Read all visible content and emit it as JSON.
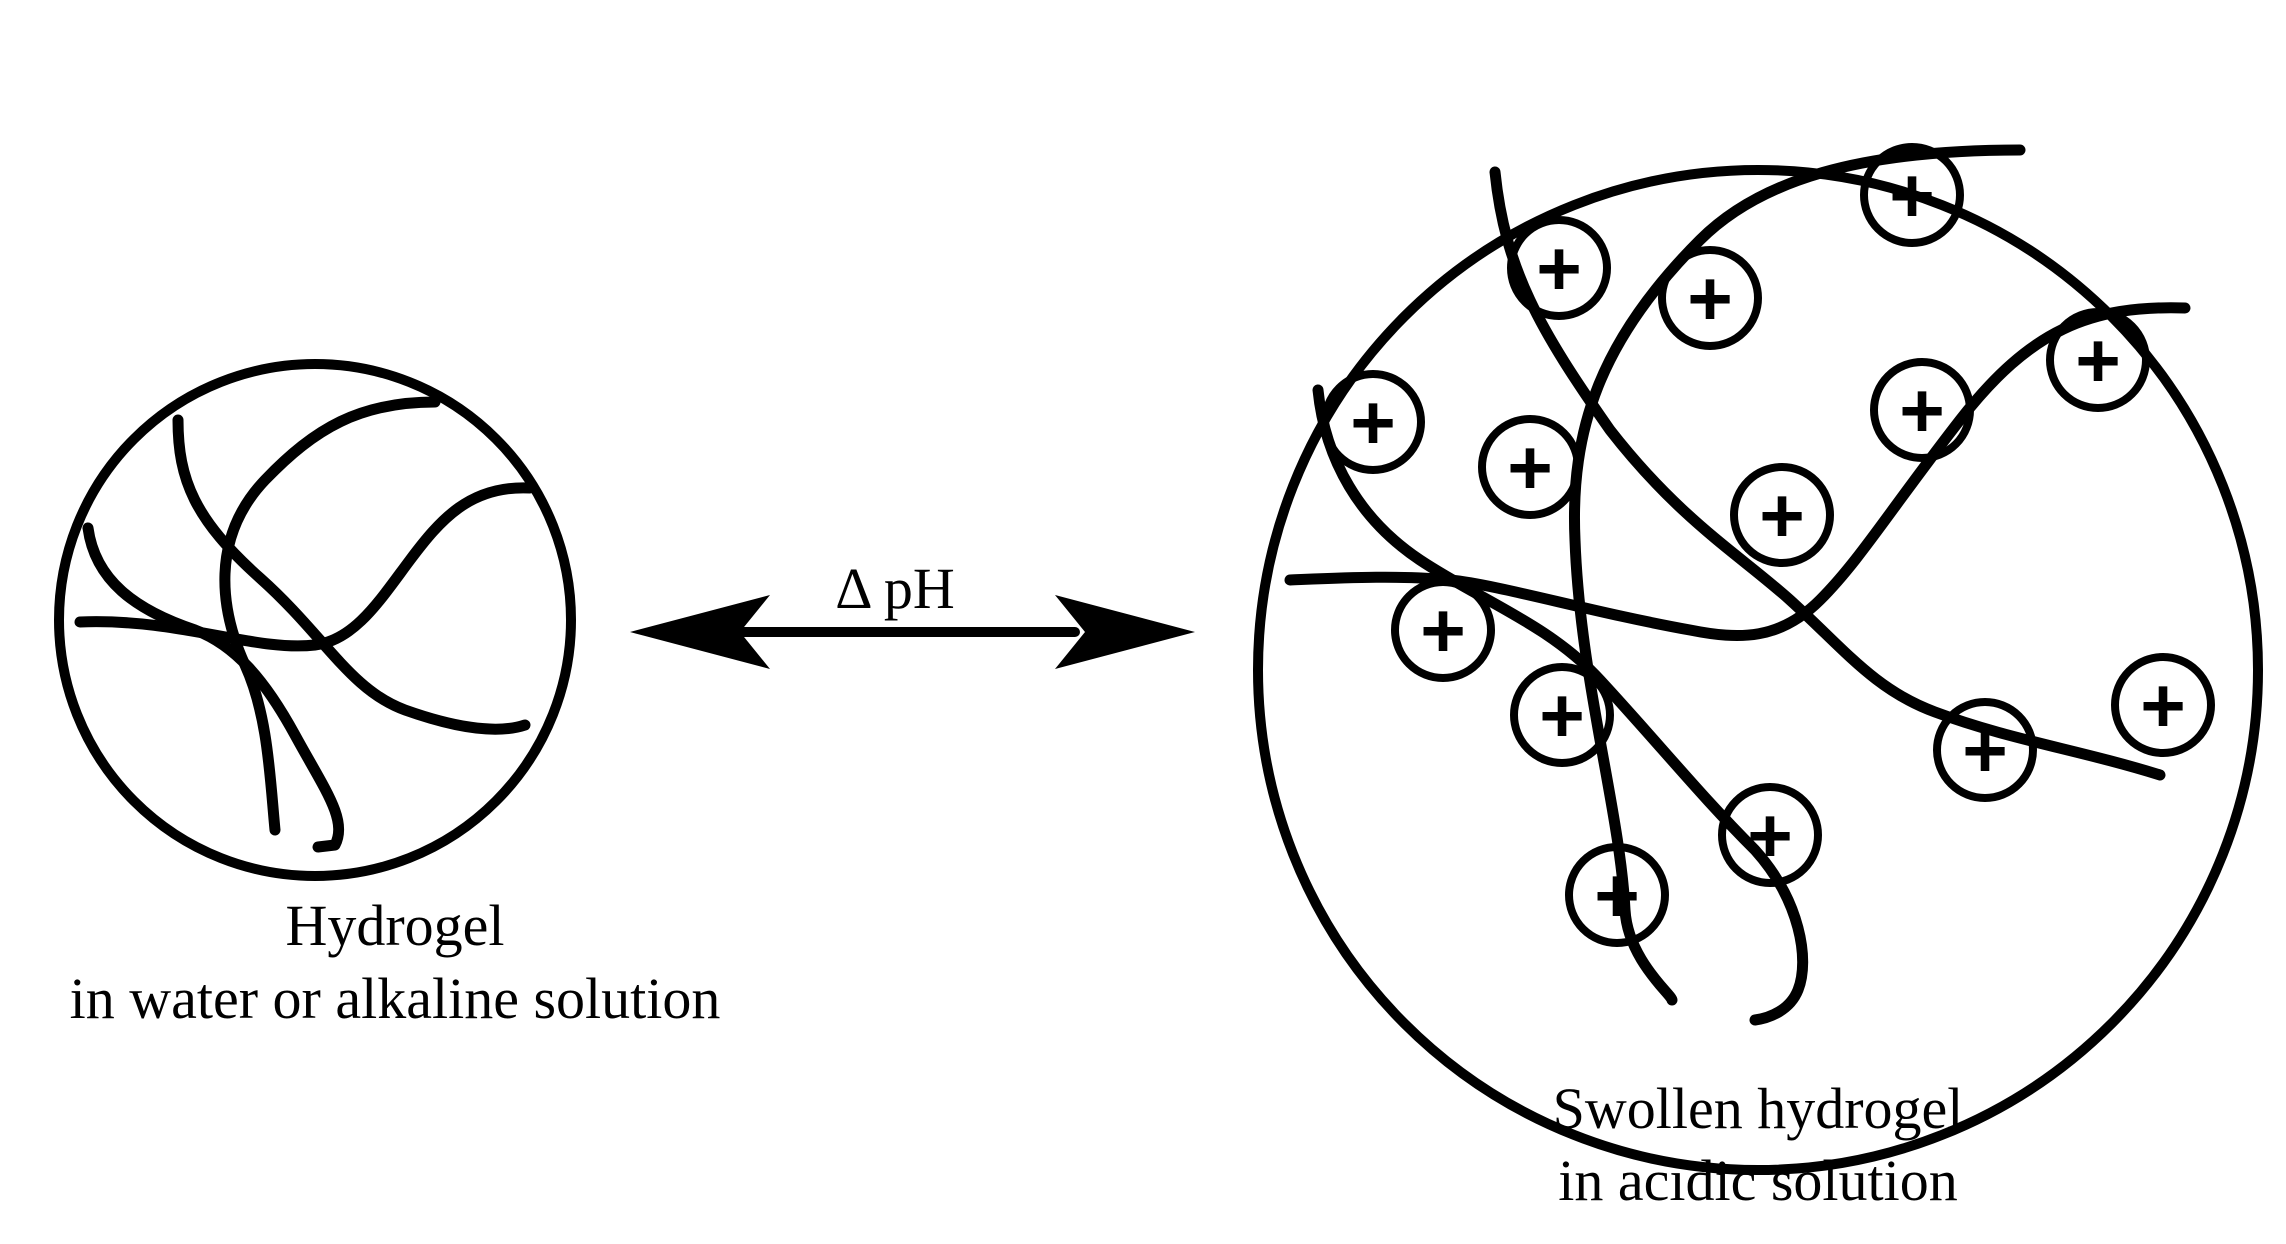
{
  "colors": {
    "stroke": "#000000",
    "background": "#ffffff"
  },
  "left_state": {
    "caption_line1": "Hydrogel",
    "caption_line2": "in water or alkaline solution"
  },
  "transition": {
    "label": "Δ pH"
  },
  "right_state": {
    "caption_line1": "Swollen hydrogel",
    "caption_line2": "in acidic solution",
    "charge_symbol": "+"
  }
}
